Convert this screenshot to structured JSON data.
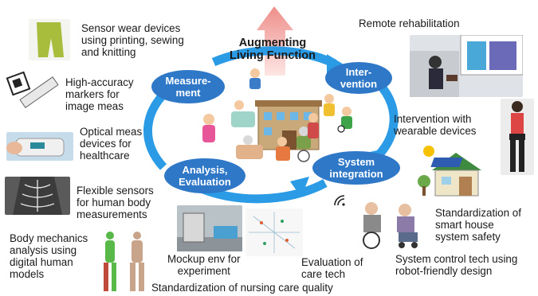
{
  "title": "Augmenting\nLiving Function",
  "nodes": {
    "measurement": "Measure-\nment",
    "intervention": "Inter-\nvention",
    "analysis": "Analysis,\nEvaluation",
    "system": "System\nintegration"
  },
  "labels": {
    "sensor_wear": "Sensor wear devices\nusing printing, sewing\nand knitting",
    "markers": "High-accuracy\nmarkers for\nimage meas",
    "optical": "Optical meas\ndevices for\nhealthcare",
    "flexible": "Flexible sensors\nfor human body\nmeasurements",
    "body_mechanics": "Body mechanics\nanalysis using\ndigital human\nmodels",
    "mockup": "Mockup env for\nexperiment",
    "nursing_quality": "Standardization of nursing care quality",
    "eval_care": "Evaluation of\ncare tech",
    "system_control": "System control tech using\nrobot-friendly design",
    "smart_house": "Standardization of\nsmart house\nsystem safety",
    "wearable": "Intervention with\nwearable devices",
    "remote_rehab": "Remote rehabilitation"
  },
  "colors": {
    "cycle": "#2b9be6",
    "node": "#2f78c8",
    "center_arrow": "#f4a7a4"
  }
}
